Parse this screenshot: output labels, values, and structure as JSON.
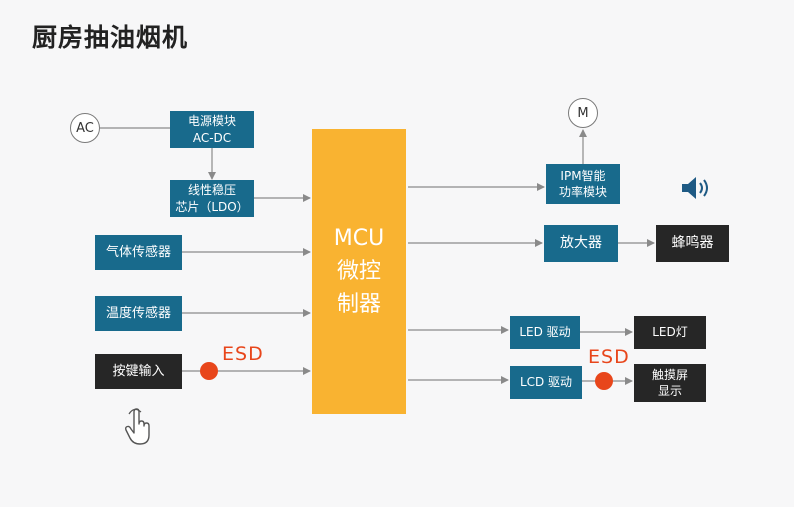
{
  "title": "厨房抽油烟机",
  "nodes": {
    "ac": "AC",
    "power": [
      "电源模块",
      "AC-DC"
    ],
    "ldo": [
      "线性稳压",
      "芯片（LDO）"
    ],
    "gas": "气体传感器",
    "temp": "温度传感器",
    "keys": "按键输入",
    "mcu": [
      "MCU",
      "微控",
      "制器"
    ],
    "motor": "M",
    "ipm": [
      "IPM智能",
      "功率模块"
    ],
    "amp": "放大器",
    "buzzer": "蜂鸣器",
    "led_drv": "LED 驱动",
    "led": "LED灯",
    "lcd_drv": "LCD 驱动",
    "touch": [
      "触摸屏",
      "显示"
    ]
  },
  "esd_label": "ESD",
  "icons": {
    "speaker": "speaker-icon",
    "touch": "hand-pointer-icon"
  },
  "colors": {
    "teal": "#186a8c",
    "dark": "#262626",
    "mcu": "#f9b331",
    "esd": "#e8461b",
    "wire": "#8a8a8a"
  }
}
